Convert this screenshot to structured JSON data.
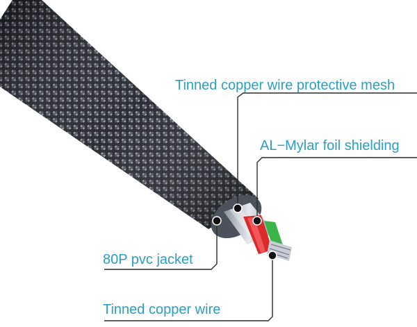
{
  "labels": {
    "mesh": "Tinned copper wire protective mesh",
    "mylar": "AL−Mylar foil shielding",
    "jacket": "80P pvc jacket",
    "wire": "Tinned copper wire"
  },
  "colors": {
    "label_text": "#2a9fc4",
    "leader_line": "#2a2a2a",
    "leader_dot": "#111111",
    "braid_dark": "#1a1c22",
    "braid_light": "#9aa3b2",
    "core_red": "#d92b2b",
    "core_green": "#3bb54a",
    "foil": "#c7ccd3"
  }
}
